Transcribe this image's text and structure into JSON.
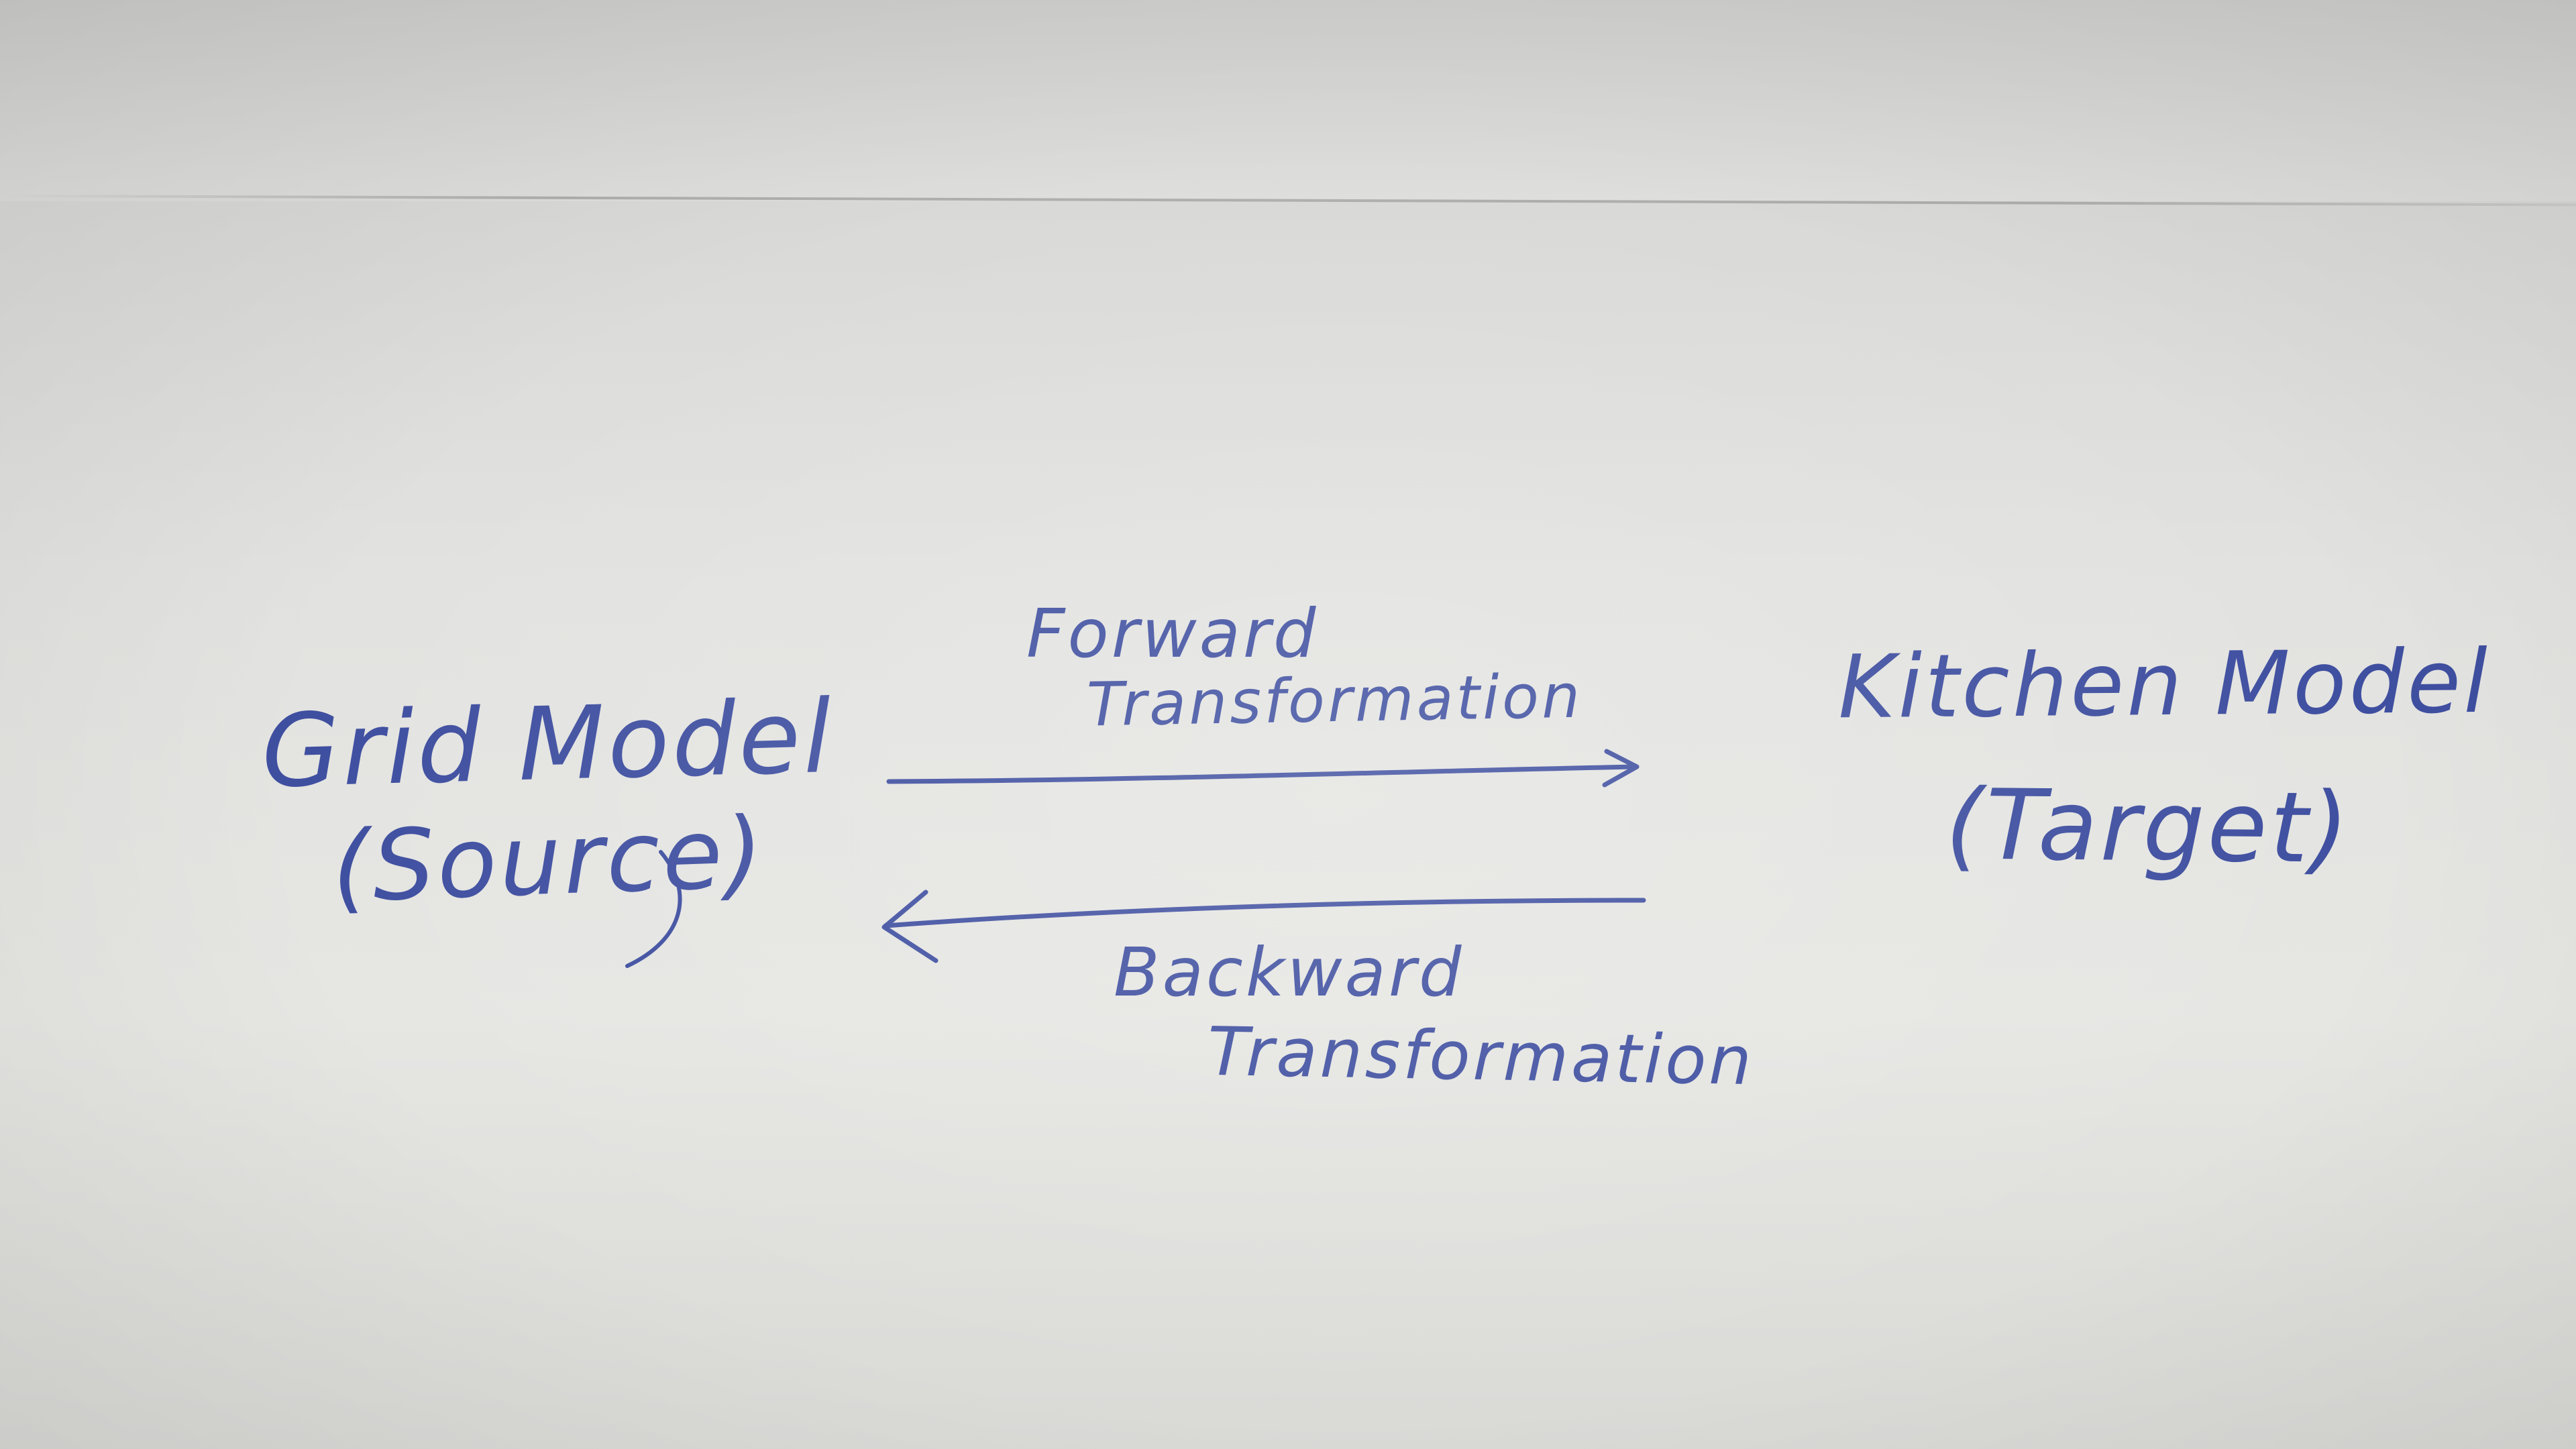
{
  "diagram": {
    "source": {
      "title": "Grid Model",
      "role": "(Source)"
    },
    "target": {
      "title": "Kitchen Model",
      "role": "(Target)"
    },
    "forward": {
      "line1": "Forward",
      "line2": "Transformation"
    },
    "backward": {
      "line1": "Backward",
      "line2": "Transformation"
    },
    "colors": {
      "ink": "#3f4fa0",
      "paper": "#e2e2e0"
    }
  }
}
